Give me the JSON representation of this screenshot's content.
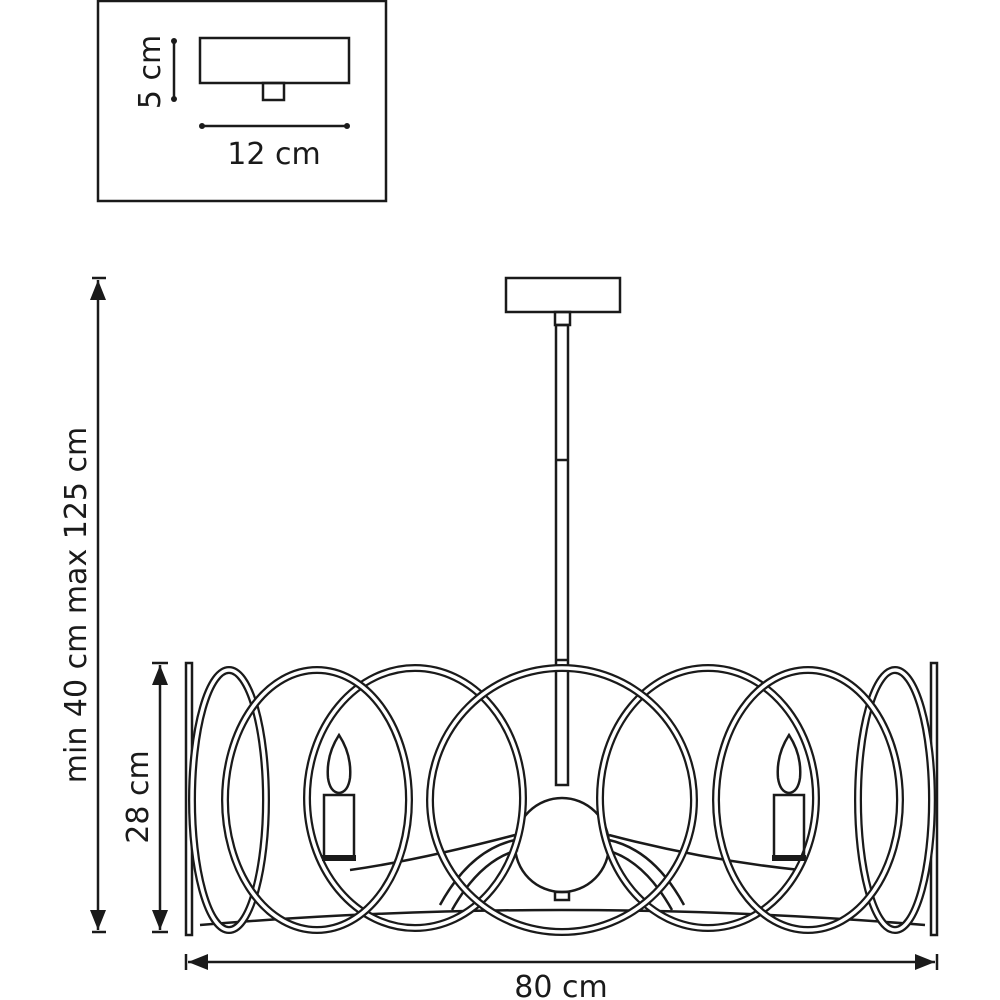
{
  "inset": {
    "height_label": "5 cm",
    "width_label": "12 cm"
  },
  "dimensions": {
    "suspension_height_label": "min 40 cm max 125 cm",
    "body_height_label": "28 cm",
    "diameter_label": "80 cm"
  },
  "colors": {
    "line": "#1a1a1a",
    "background": "#ffffff"
  }
}
